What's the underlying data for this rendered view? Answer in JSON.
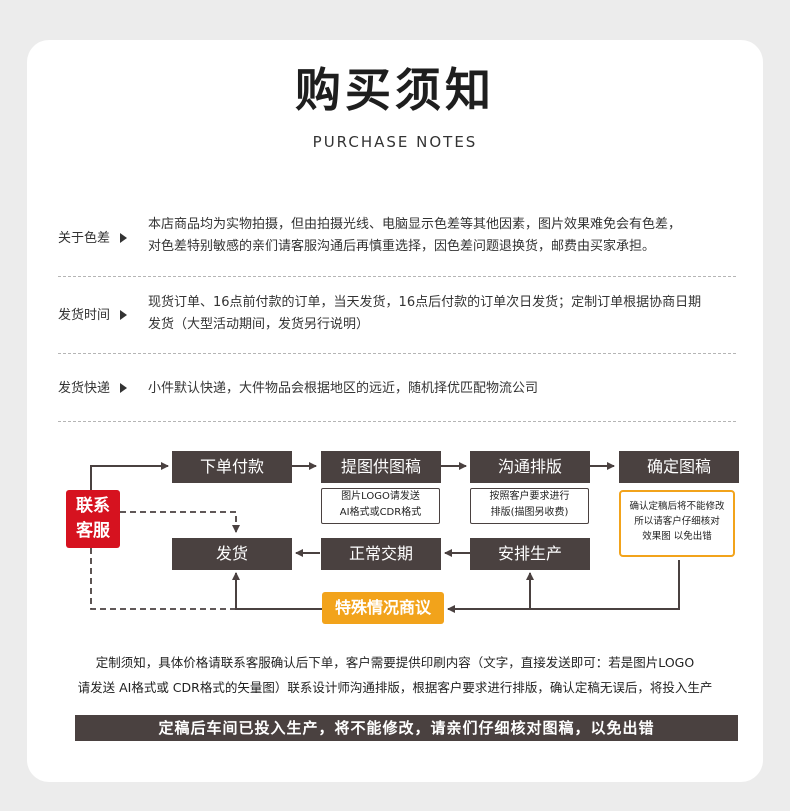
{
  "header": {
    "title": "购买须知",
    "subtitle": "PURCHASE NOTES"
  },
  "sections": [
    {
      "label": "关于色差",
      "lines": [
        "本店商品均为实物拍摄，但由拍摄光线、电脑显示色差等其他因素，图片效果难免会有色差，",
        "对色差特别敏感的亲们请客服沟通后再慎重选择，因色差问题退换货，邮费由买家承担。"
      ]
    },
    {
      "label": "发货时间",
      "lines": [
        "现货订单、16点前付款的订单，当天发货，16点后付款的订单次日发货；定制订单根据协商日期",
        "发货（大型活动期间，发货另行说明）"
      ]
    },
    {
      "label": "发货快递",
      "lines": [
        "小件默认快递，大件物品会根据地区的远近，随机择优匹配物流公司"
      ]
    }
  ],
  "flow": {
    "contact": "联系客服",
    "steps": [
      "下单付款",
      "提图供图稿",
      "沟通排版",
      "确定图稿"
    ],
    "steps_bottom": [
      "发货",
      "正常交期",
      "安排生产"
    ],
    "note_logo": [
      "图片LOGO请发送",
      "AI格式或CDR格式"
    ],
    "note_layout": [
      "按照客户要求进行",
      "排版(描图另收费)"
    ],
    "note_confirm": [
      "确认定稿后将不能修改",
      "所以请客户仔细核对",
      "效果图 以免出错"
    ],
    "special": "特殊情况商议"
  },
  "custom_notice": [
    "定制须知，具体价格请联系客服确认后下单，客户需要提供印刷内容（文字，直接发送即可：若是图片LOGO",
    "请发送 AI格式或 CDR格式的矢量图）联系设计师沟通排版，根据客户要求进行排版，确认定稿无误后，将投入生产"
  ],
  "banner": "定稿后车间已投入生产，将不能修改，请亲们仔细核对图稿，以免出错",
  "colors": {
    "dark_box": "#4a4140",
    "red": "#d6121f",
    "orange": "#f2a31b"
  }
}
